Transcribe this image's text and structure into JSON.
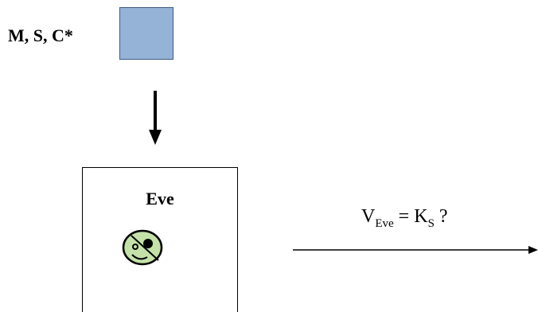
{
  "inputs": {
    "label": "M, S, C*"
  },
  "eve": {
    "name": "Eve"
  },
  "test": {
    "v": "V",
    "v_sub": "Eve",
    "eq": "=",
    "k": "K",
    "k_sub": "S",
    "q": "?"
  },
  "colors": {
    "data_box_fill": "#95b3d7",
    "data_box_stroke": "#3d5a80",
    "face_fill": "#c4e2a8",
    "face_stroke": "#000000"
  },
  "icons": {
    "input_arrow": "down-arrow",
    "output_arrow": "right-arrow",
    "eve_face": "smiley-eyepatch-icon"
  }
}
